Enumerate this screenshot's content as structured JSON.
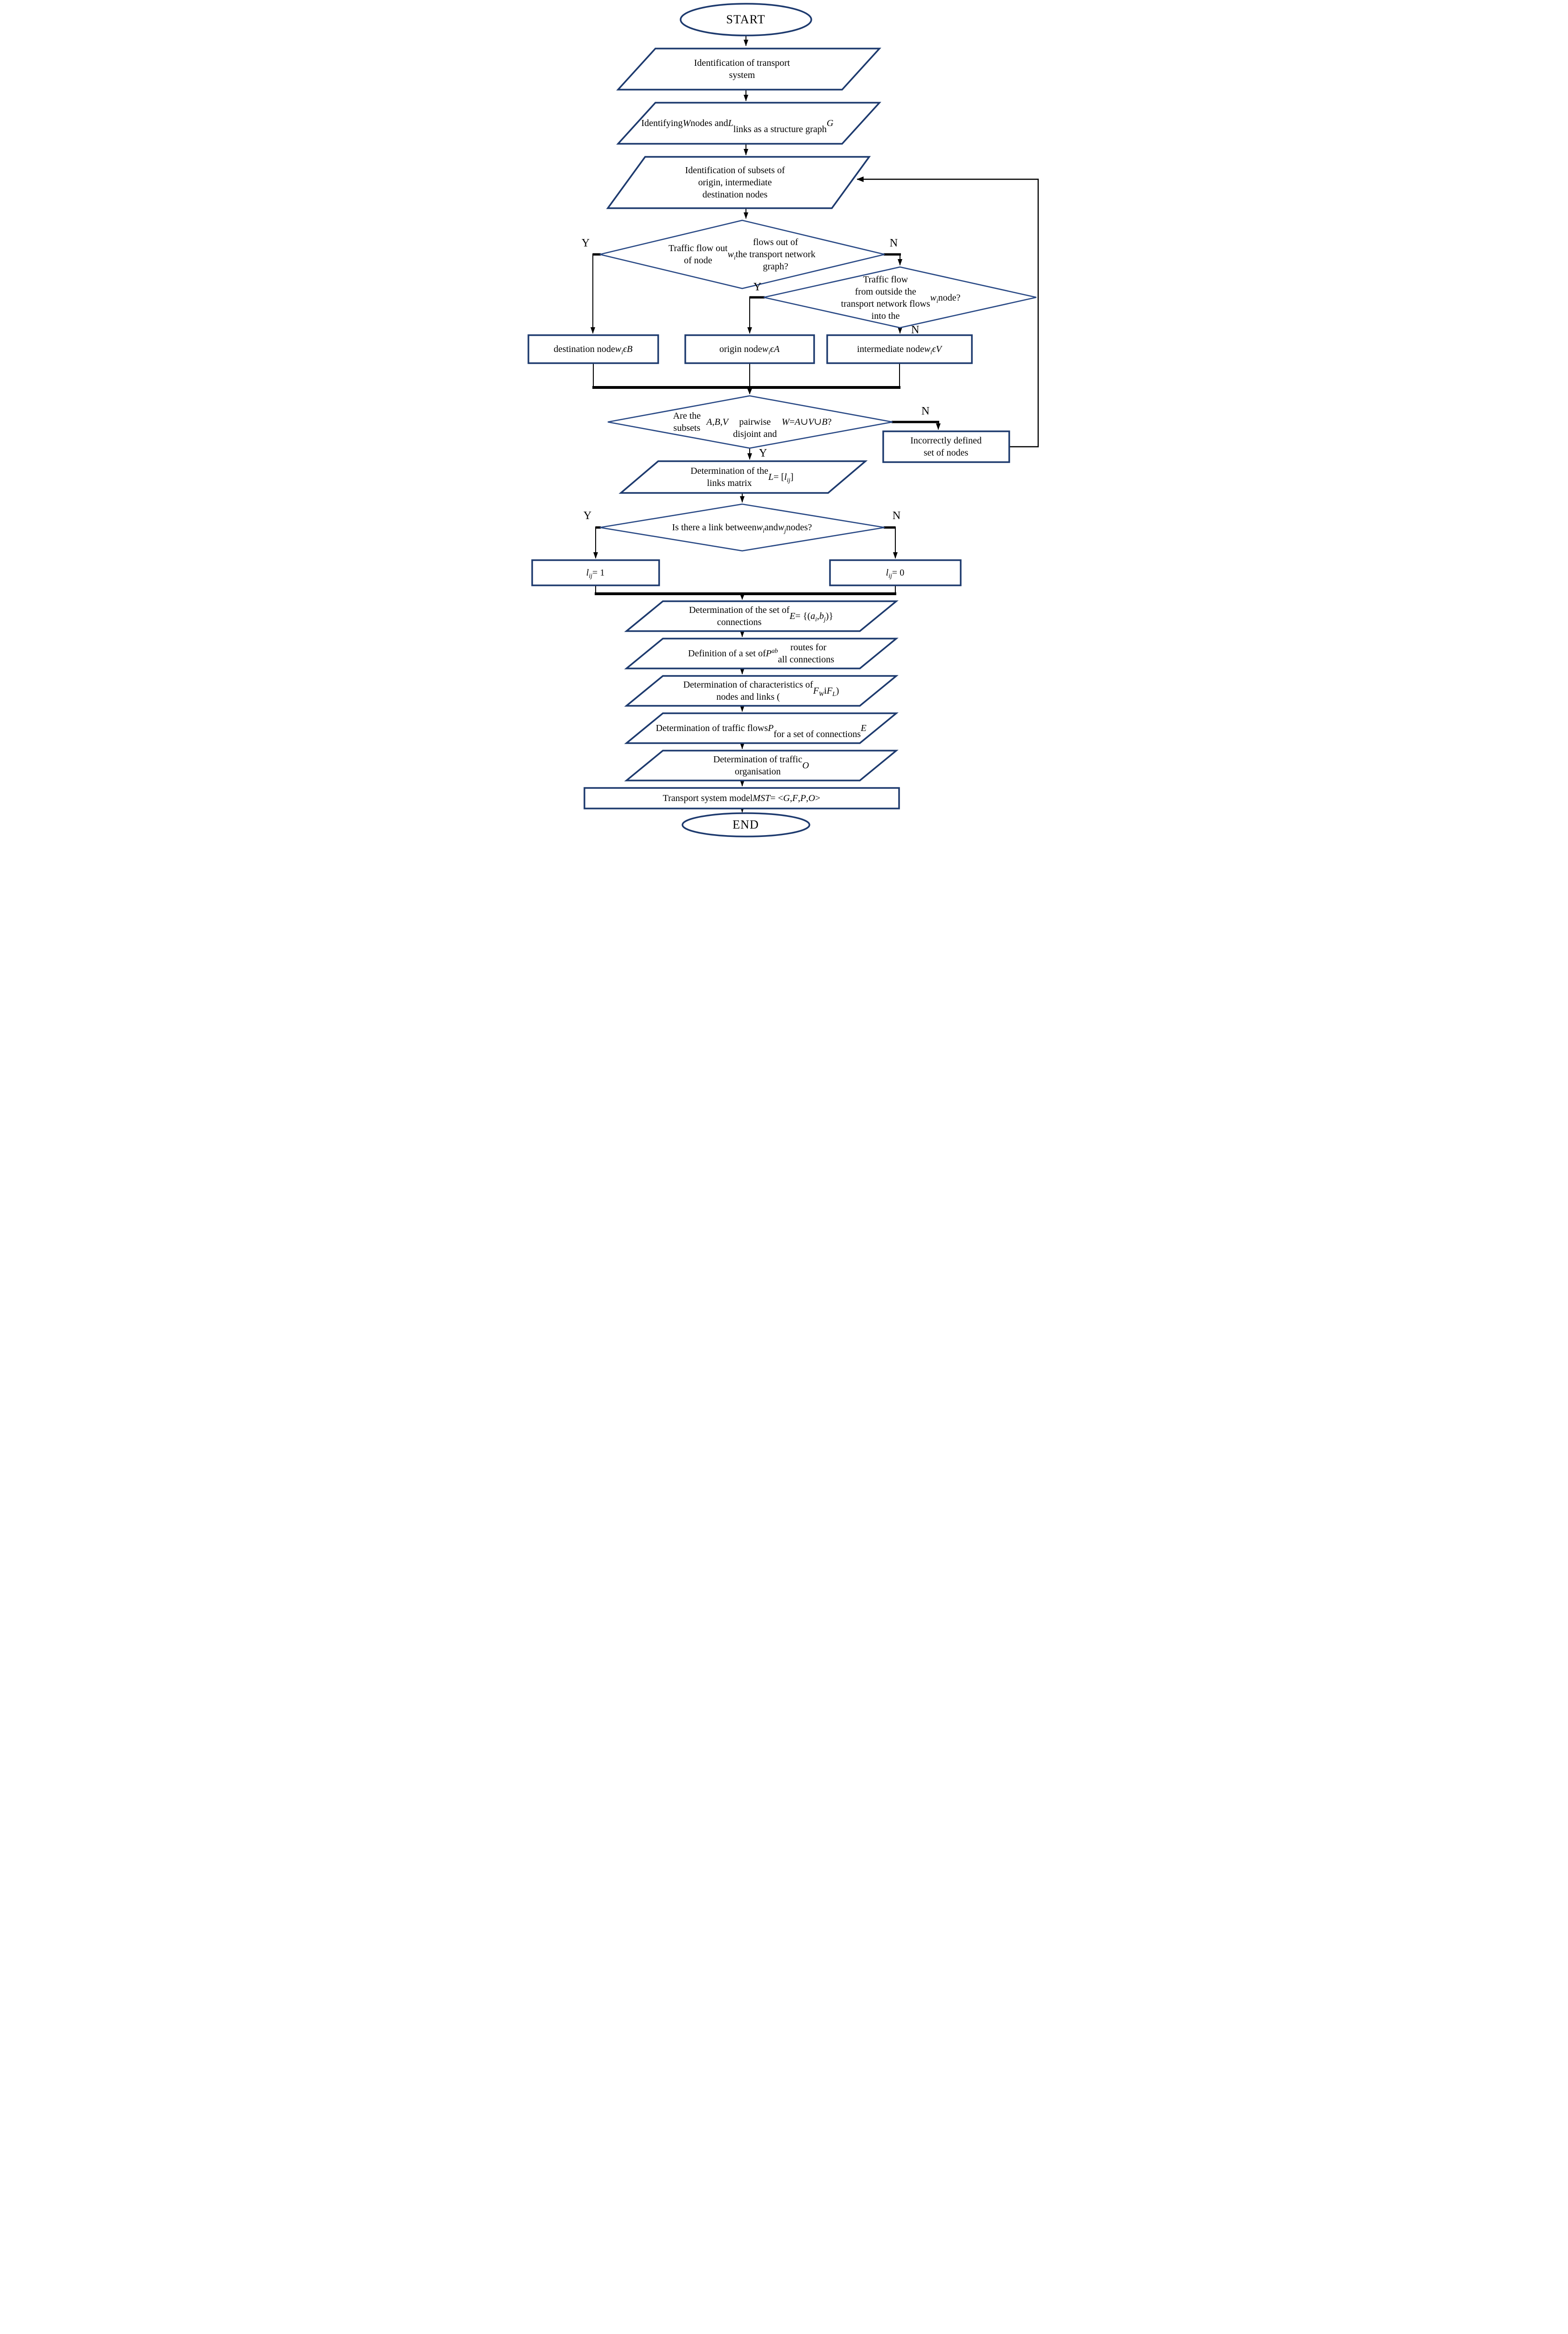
{
  "diagram": {
    "type": "flowchart",
    "subject": "Transport system model construction procedure",
    "shape_border_color": "#1d3a6e",
    "connector_color": "#000000",
    "text_color": "#000000",
    "background_color": "#ffffff"
  },
  "nodes": {
    "start": {
      "label": "START",
      "shape": "terminator"
    },
    "p1": {
      "rich": "Identification of transport<br>system",
      "shape": "parallelogram"
    },
    "p2": {
      "rich": "Identifying <em>W</em> nodes and <em>L</em><br>links as a structure graph <em>G</em>",
      "shape": "parallelogram"
    },
    "p3": {
      "rich": "Identification of subsets of<br>origin, intermediate<br>destination nodes",
      "shape": "parallelogram"
    },
    "d1": {
      "rich": "Traffic flow out<br>of node <em>w<sub>i</sub></em> flows out of<br>the transport network<br>graph?",
      "shape": "decision"
    },
    "d2": {
      "rich": "Traffic flow<br>from outside the<br>transport network flows<br>into the <em>w<sub>i</sub></em> node?",
      "shape": "decision"
    },
    "destination": {
      "rich": "destination node <em>w<sub>i</sub></em> <em>ϵ</em> <em>B</em>",
      "shape": "process"
    },
    "origin": {
      "rich": "origin node <em>w<sub>i</sub></em> <em>ϵ</em> <em>A</em>",
      "shape": "process"
    },
    "intermediate": {
      "rich": "intermediate node <em>w<sub>i</sub></em> <em>ϵ</em> <em>V</em>",
      "shape": "process"
    },
    "d3": {
      "rich": "Are the subsets <em>A</em>, <em>B</em>, <em>V</em><br>pairwise disjoint and<br><em>W</em> = <em>A</em> ∪ <em>V</em> ∪ <em>B</em>?",
      "shape": "decision"
    },
    "incorrect": {
      "rich": "Incorrectly defined<br>set of nodes",
      "shape": "process"
    },
    "p4": {
      "rich": "Determination of the<br>links matrix <em>L</em> = [<em>l<sub>ij</sub></em>]",
      "shape": "parallelogram"
    },
    "d4": {
      "rich": "Is there a link between<br><em>w<sub>i</sub></em> and <em>w<sub>j</sub></em> nodes?",
      "shape": "decision"
    },
    "l1": {
      "rich": "<em>l<sub>ij</sub></em> = 1",
      "shape": "process"
    },
    "l0": {
      "rich": "<em>l<sub>ij</sub></em> = 0",
      "shape": "process"
    },
    "p5": {
      "rich": "Determination of the set of<br>connections <em>E</em> = {(<em>a<sub>i</sub></em>, <em>b<sub>j</sub></em>)}",
      "shape": "parallelogram"
    },
    "p6": {
      "rich": "Definition of a set of <em>P<sup>ab</sup></em>&nbsp; routes for<br>all connections",
      "shape": "parallelogram"
    },
    "p7": {
      "rich": "Determination of characteristics of<br>nodes and links (<em>F<sub>W</sub></em> i <em>F<sub>L</sub></em>)",
      "shape": "parallelogram"
    },
    "p8": {
      "rich": "Determination of traffic flows <em>P</em><br>for a set of connections <em>E</em>",
      "shape": "parallelogram"
    },
    "p9": {
      "rich": "Determination of traffic<br>organisation <em>O</em>",
      "shape": "parallelogram"
    },
    "mst": {
      "rich": "Transport system model <em>MST</em> = &lt; <em>G</em>, <em>F</em>, <em>P</em>, <em>O</em> &gt;",
      "shape": "process"
    },
    "end": {
      "label": "END",
      "shape": "terminator"
    }
  },
  "branch_labels": {
    "d1_yes": "Y",
    "d1_no": "N",
    "d2_yes": "Y",
    "d2_no": "N",
    "d3_yes": "Y",
    "d3_no": "N",
    "d4_yes": "Y",
    "d4_no": "N"
  }
}
